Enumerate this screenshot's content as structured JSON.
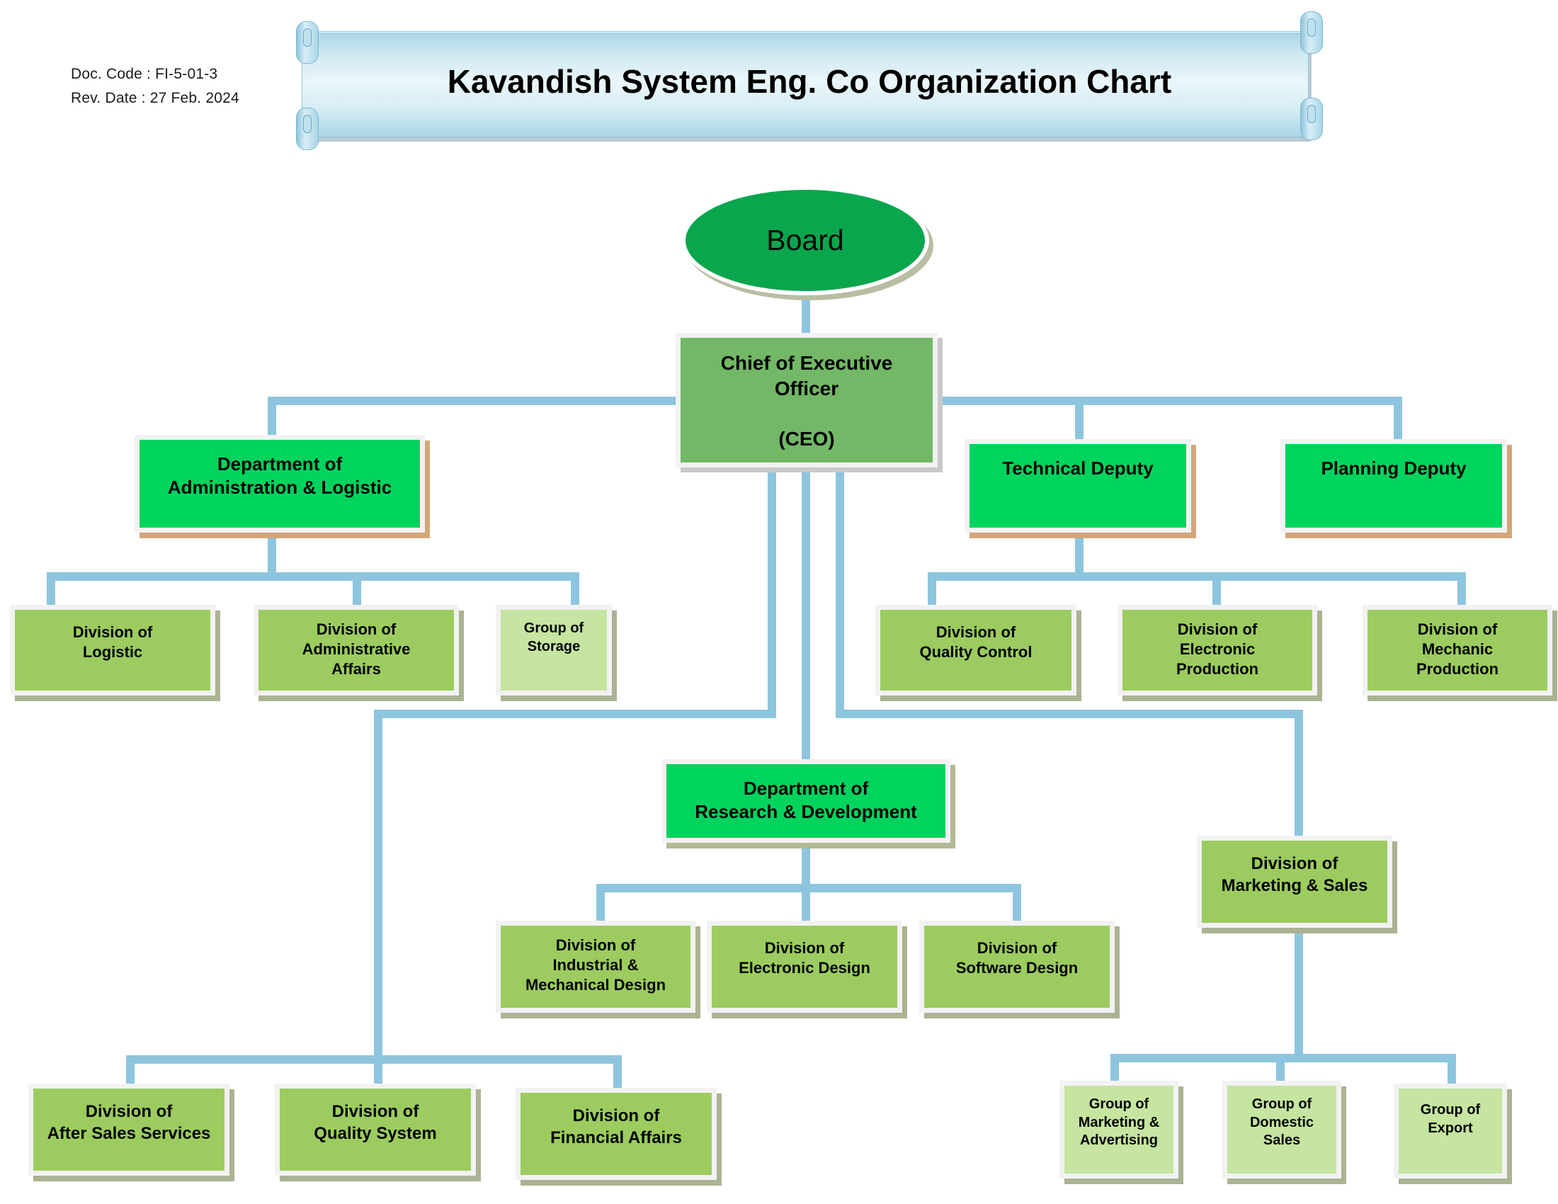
{
  "meta": {
    "doc_code_label": "Doc. Code : FI-5-01-3",
    "rev_date_label": "Rev. Date :  27 Feb. 2024"
  },
  "banner": {
    "title": "Kavandish System Eng. Co Organization Chart"
  },
  "colors": {
    "board_green": "#0aa64e",
    "ceo_green": "#72b866",
    "department_green": "#00d45e",
    "division_green": "#9ccc5f",
    "group_green": "#c5e5a0",
    "connector_blue": "#8ec5de",
    "banner_blue": "#a7d5e6",
    "node_border_white": "#f2f2f2",
    "text_black": "#000000"
  },
  "chart_data": {
    "type": "diagram",
    "title": "Kavandish System Eng. Co Organization Chart",
    "nodes": [
      {
        "id": "board",
        "label": "Board",
        "level": 0,
        "shape": "ellipse",
        "color": "#0aa64e"
      },
      {
        "id": "ceo",
        "label": "Chief of Executive Officer\n\n(CEO)",
        "level": 1,
        "shape": "rect",
        "color": "#72b866"
      },
      {
        "id": "dept-admin",
        "label": "Department of Administration & Logistic",
        "level": 2,
        "shape": "rect",
        "color": "#00d45e"
      },
      {
        "id": "tech-deputy",
        "label": "Technical Deputy",
        "level": 2,
        "shape": "rect",
        "color": "#00d45e"
      },
      {
        "id": "plan-deputy",
        "label": "Planning Deputy",
        "level": 2,
        "shape": "rect",
        "color": "#00d45e"
      },
      {
        "id": "dept-rd",
        "label": "Department of Research & Development",
        "level": 2,
        "shape": "rect",
        "color": "#00d45e"
      },
      {
        "id": "div-logistic",
        "label": "Division of Logistic",
        "level": 3,
        "shape": "rect",
        "color": "#9ccc5f"
      },
      {
        "id": "div-admin",
        "label": "Division of Administrative Affairs",
        "level": 3,
        "shape": "rect",
        "color": "#9ccc5f"
      },
      {
        "id": "grp-storage",
        "label": "Group of Storage",
        "level": 3,
        "shape": "rect",
        "color": "#c5e5a0"
      },
      {
        "id": "div-qc",
        "label": "Division of Quality Control",
        "level": 3,
        "shape": "rect",
        "color": "#9ccc5f"
      },
      {
        "id": "div-elec-prod",
        "label": "Division of Electronic Production",
        "level": 3,
        "shape": "rect",
        "color": "#9ccc5f"
      },
      {
        "id": "div-mech-prod",
        "label": "Division of Mechanic Production",
        "level": 3,
        "shape": "rect",
        "color": "#9ccc5f"
      },
      {
        "id": "div-ind-mech",
        "label": "Division of Industrial & Mechanical Design",
        "level": 3,
        "shape": "rect",
        "color": "#9ccc5f"
      },
      {
        "id": "div-elec-design",
        "label": "Division of Electronic Design",
        "level": 3,
        "shape": "rect",
        "color": "#9ccc5f"
      },
      {
        "id": "div-soft-design",
        "label": "Division of Software Design",
        "level": 3,
        "shape": "rect",
        "color": "#9ccc5f"
      },
      {
        "id": "div-marketing",
        "label": "Division of Marketing & Sales",
        "level": 2,
        "shape": "rect",
        "color": "#9ccc5f"
      },
      {
        "id": "div-after-sales",
        "label": "Division of After Sales Services",
        "level": 2,
        "shape": "rect",
        "color": "#9ccc5f"
      },
      {
        "id": "div-quality-sys",
        "label": "Division of Quality System",
        "level": 2,
        "shape": "rect",
        "color": "#9ccc5f"
      },
      {
        "id": "div-financial",
        "label": "Division of Financial Affairs",
        "level": 2,
        "shape": "rect",
        "color": "#9ccc5f"
      },
      {
        "id": "grp-mkt-adv",
        "label": "Group of Marketing & Advertising",
        "level": 3,
        "shape": "rect",
        "color": "#c5e5a0"
      },
      {
        "id": "grp-domestic",
        "label": "Group of Domestic Sales",
        "level": 3,
        "shape": "rect",
        "color": "#c5e5a0"
      },
      {
        "id": "grp-export",
        "label": "Group of Export",
        "level": 3,
        "shape": "rect",
        "color": "#c5e5a0"
      }
    ],
    "edges": [
      [
        "board",
        "ceo"
      ],
      [
        "ceo",
        "dept-admin"
      ],
      [
        "ceo",
        "tech-deputy"
      ],
      [
        "ceo",
        "plan-deputy"
      ],
      [
        "ceo",
        "dept-rd"
      ],
      [
        "ceo",
        "div-marketing"
      ],
      [
        "ceo",
        "div-after-sales"
      ],
      [
        "ceo",
        "div-quality-sys"
      ],
      [
        "ceo",
        "div-financial"
      ],
      [
        "dept-admin",
        "div-logistic"
      ],
      [
        "dept-admin",
        "div-admin"
      ],
      [
        "dept-admin",
        "grp-storage"
      ],
      [
        "tech-deputy",
        "div-qc"
      ],
      [
        "tech-deputy",
        "div-elec-prod"
      ],
      [
        "tech-deputy",
        "div-mech-prod"
      ],
      [
        "dept-rd",
        "div-ind-mech"
      ],
      [
        "dept-rd",
        "div-elec-design"
      ],
      [
        "dept-rd",
        "div-soft-design"
      ],
      [
        "div-marketing",
        "grp-mkt-adv"
      ],
      [
        "div-marketing",
        "grp-domestic"
      ],
      [
        "div-marketing",
        "grp-export"
      ]
    ]
  },
  "nodes": {
    "board": {
      "label": "Board"
    },
    "ceo": {
      "line1": "Chief of Executive",
      "line2": "Officer",
      "line3": "(CEO)"
    },
    "dept_admin": {
      "line1": "Department of",
      "line2": "Administration & Logistic"
    },
    "tech_deputy": {
      "label": "Technical Deputy"
    },
    "plan_deputy": {
      "label": "Planning Deputy"
    },
    "dept_rd": {
      "line1": "Department of",
      "line2": "Research & Development"
    },
    "div_logistic": {
      "line1": "Division of",
      "line2": "Logistic"
    },
    "div_admin_affairs": {
      "line1": "Division of",
      "line2": "Administrative",
      "line3": "Affairs"
    },
    "grp_storage": {
      "line1": "Group of",
      "line2": "Storage"
    },
    "div_quality_control": {
      "line1": "Division of",
      "line2": "Quality Control"
    },
    "div_electronic_production": {
      "line1": "Division of",
      "line2": "Electronic",
      "line3": "Production"
    },
    "div_mechanic_production": {
      "line1": "Division of",
      "line2": "Mechanic",
      "line3": "Production"
    },
    "div_industrial_mechanical": {
      "line1": "Division of",
      "line2": "Industrial &",
      "line3": "Mechanical Design"
    },
    "div_electronic_design": {
      "line1": "Division of",
      "line2": "Electronic Design"
    },
    "div_software_design": {
      "line1": "Division of",
      "line2": "Software Design"
    },
    "div_marketing_sales": {
      "line1": "Division of",
      "line2": "Marketing & Sales"
    },
    "div_after_sales": {
      "line1": "Division of",
      "line2": "After Sales Services"
    },
    "div_quality_system": {
      "line1": "Division of",
      "line2": "Quality System"
    },
    "div_financial_affairs": {
      "line1": "Division of",
      "line2": "Financial Affairs"
    },
    "grp_marketing_advertising": {
      "line1": "Group of",
      "line2": "Marketing &",
      "line3": "Advertising"
    },
    "grp_domestic_sales": {
      "line1": "Group of",
      "line2": "Domestic",
      "line3": "Sales"
    },
    "grp_export": {
      "line1": "Group of",
      "line2": "Export"
    }
  }
}
